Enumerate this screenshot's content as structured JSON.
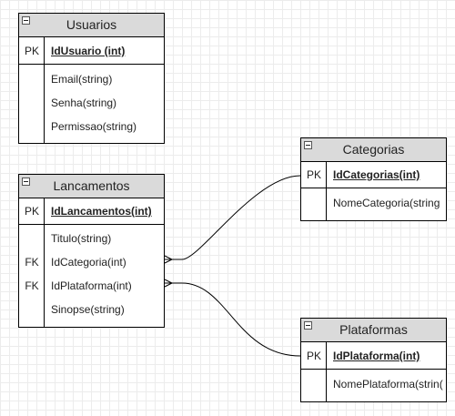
{
  "entities": {
    "usuarios": {
      "title": "Usuarios",
      "pk_label": "PK",
      "pk_field": "IdUsuario (int)",
      "fields": [
        "Email(string)",
        "Senha(string)",
        "Permissao(string)"
      ]
    },
    "lancamentos": {
      "title": "Lancamentos",
      "pk_label": "PK",
      "pk_field": "IdLancamentos(int)",
      "fields": [
        {
          "key": "",
          "name": "Titulo(string)"
        },
        {
          "key": "FK",
          "name": "IdCategoria(int)"
        },
        {
          "key": "FK",
          "name": "IdPlataforma(int)"
        },
        {
          "key": "",
          "name": "Sinopse(string)"
        }
      ]
    },
    "categorias": {
      "title": "Categorias",
      "pk_label": "PK",
      "pk_field": "IdCategorias(int)",
      "fields": [
        "NomeCategoria(string"
      ]
    },
    "plataformas": {
      "title": "Plataformas",
      "pk_label": "PK",
      "pk_field": "IdPlataforma(int)",
      "fields": [
        "NomePlataforma(strin("
      ]
    }
  },
  "relationships": [
    {
      "from": "Lancamentos.IdCategoria",
      "to": "Categorias.IdCategorias",
      "from_end": "many",
      "to_end": "one"
    },
    {
      "from": "Lancamentos.IdPlataforma",
      "to": "Plataformas.IdPlataforma",
      "from_end": "many",
      "to_end": "one"
    }
  ],
  "colors": {
    "header": "#dadada",
    "grid": "#ececec",
    "line": "#000000"
  }
}
